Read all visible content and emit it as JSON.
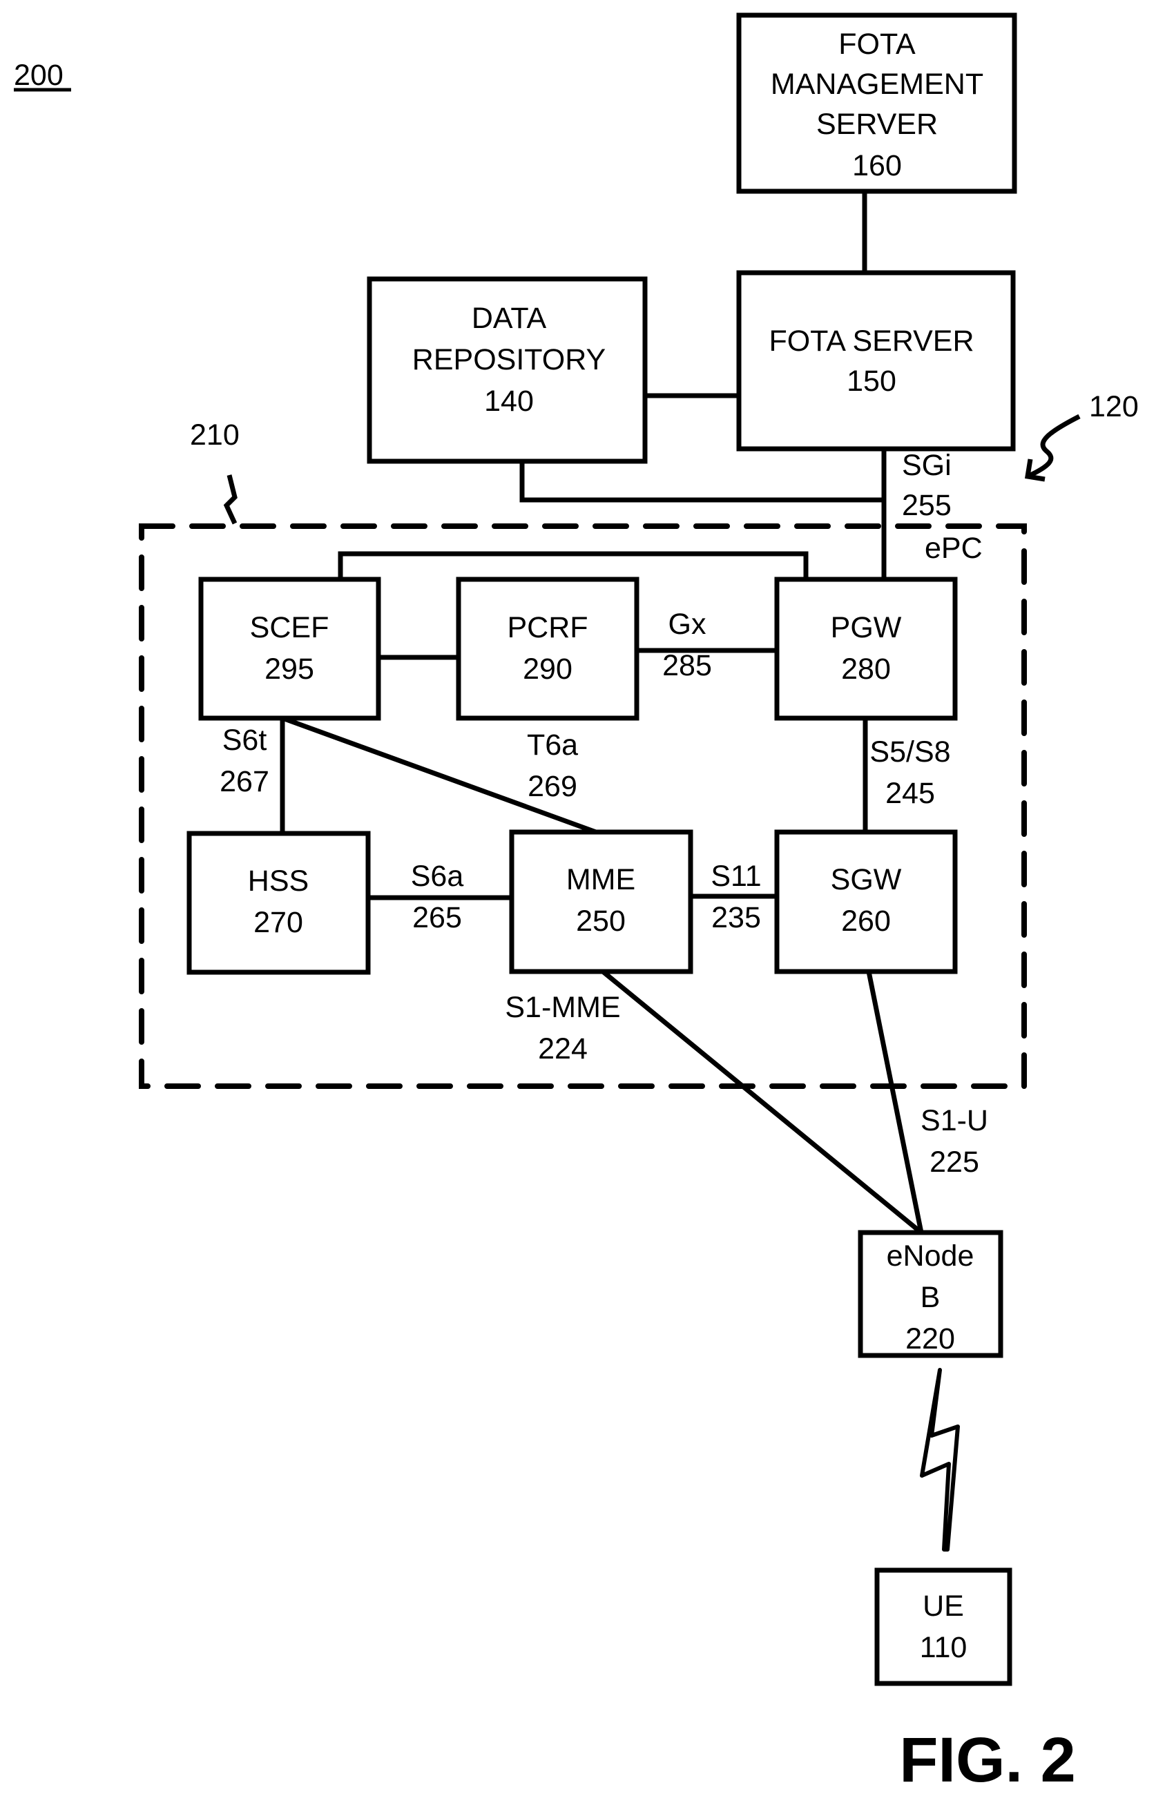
{
  "figure": {
    "ref_number": "200",
    "caption": "FIG. 2",
    "network_ref": "120",
    "epc_ref": "210",
    "epc_label": "ePC"
  },
  "nodes": {
    "fota_mgmt": {
      "lines": [
        "FOTA",
        "MANAGEMENT",
        "SERVER",
        "160"
      ]
    },
    "fota_server": {
      "lines": [
        "FOTA SERVER",
        "150"
      ]
    },
    "data_repo": {
      "lines": [
        "DATA",
        "REPOSITORY",
        "140"
      ]
    },
    "scef": {
      "lines": [
        "SCEF",
        "295"
      ]
    },
    "pcrf": {
      "lines": [
        "PCRF",
        "290"
      ]
    },
    "pgw": {
      "lines": [
        "PGW",
        "280"
      ]
    },
    "hss": {
      "lines": [
        "HSS",
        "270"
      ]
    },
    "mme": {
      "lines": [
        "MME",
        "250"
      ]
    },
    "sgw": {
      "lines": [
        "SGW",
        "260"
      ]
    },
    "enodeb": {
      "lines": [
        "eNode",
        "B",
        "220"
      ]
    },
    "ue": {
      "lines": [
        "UE",
        "110"
      ]
    }
  },
  "interfaces": {
    "sgi": {
      "name": "SGi",
      "ref": "255"
    },
    "gx": {
      "name": "Gx",
      "ref": "285"
    },
    "s6t": {
      "name": "S6t",
      "ref": "267"
    },
    "t6a": {
      "name": "T6a",
      "ref": "269"
    },
    "s5s8": {
      "name": "S5/S8",
      "ref": "245"
    },
    "s6a": {
      "name": "S6a",
      "ref": "265"
    },
    "s11": {
      "name": "S11",
      "ref": "235"
    },
    "s1mme": {
      "name": "S1-MME",
      "ref": "224"
    },
    "s1u": {
      "name": "S1-U",
      "ref": "225"
    }
  }
}
